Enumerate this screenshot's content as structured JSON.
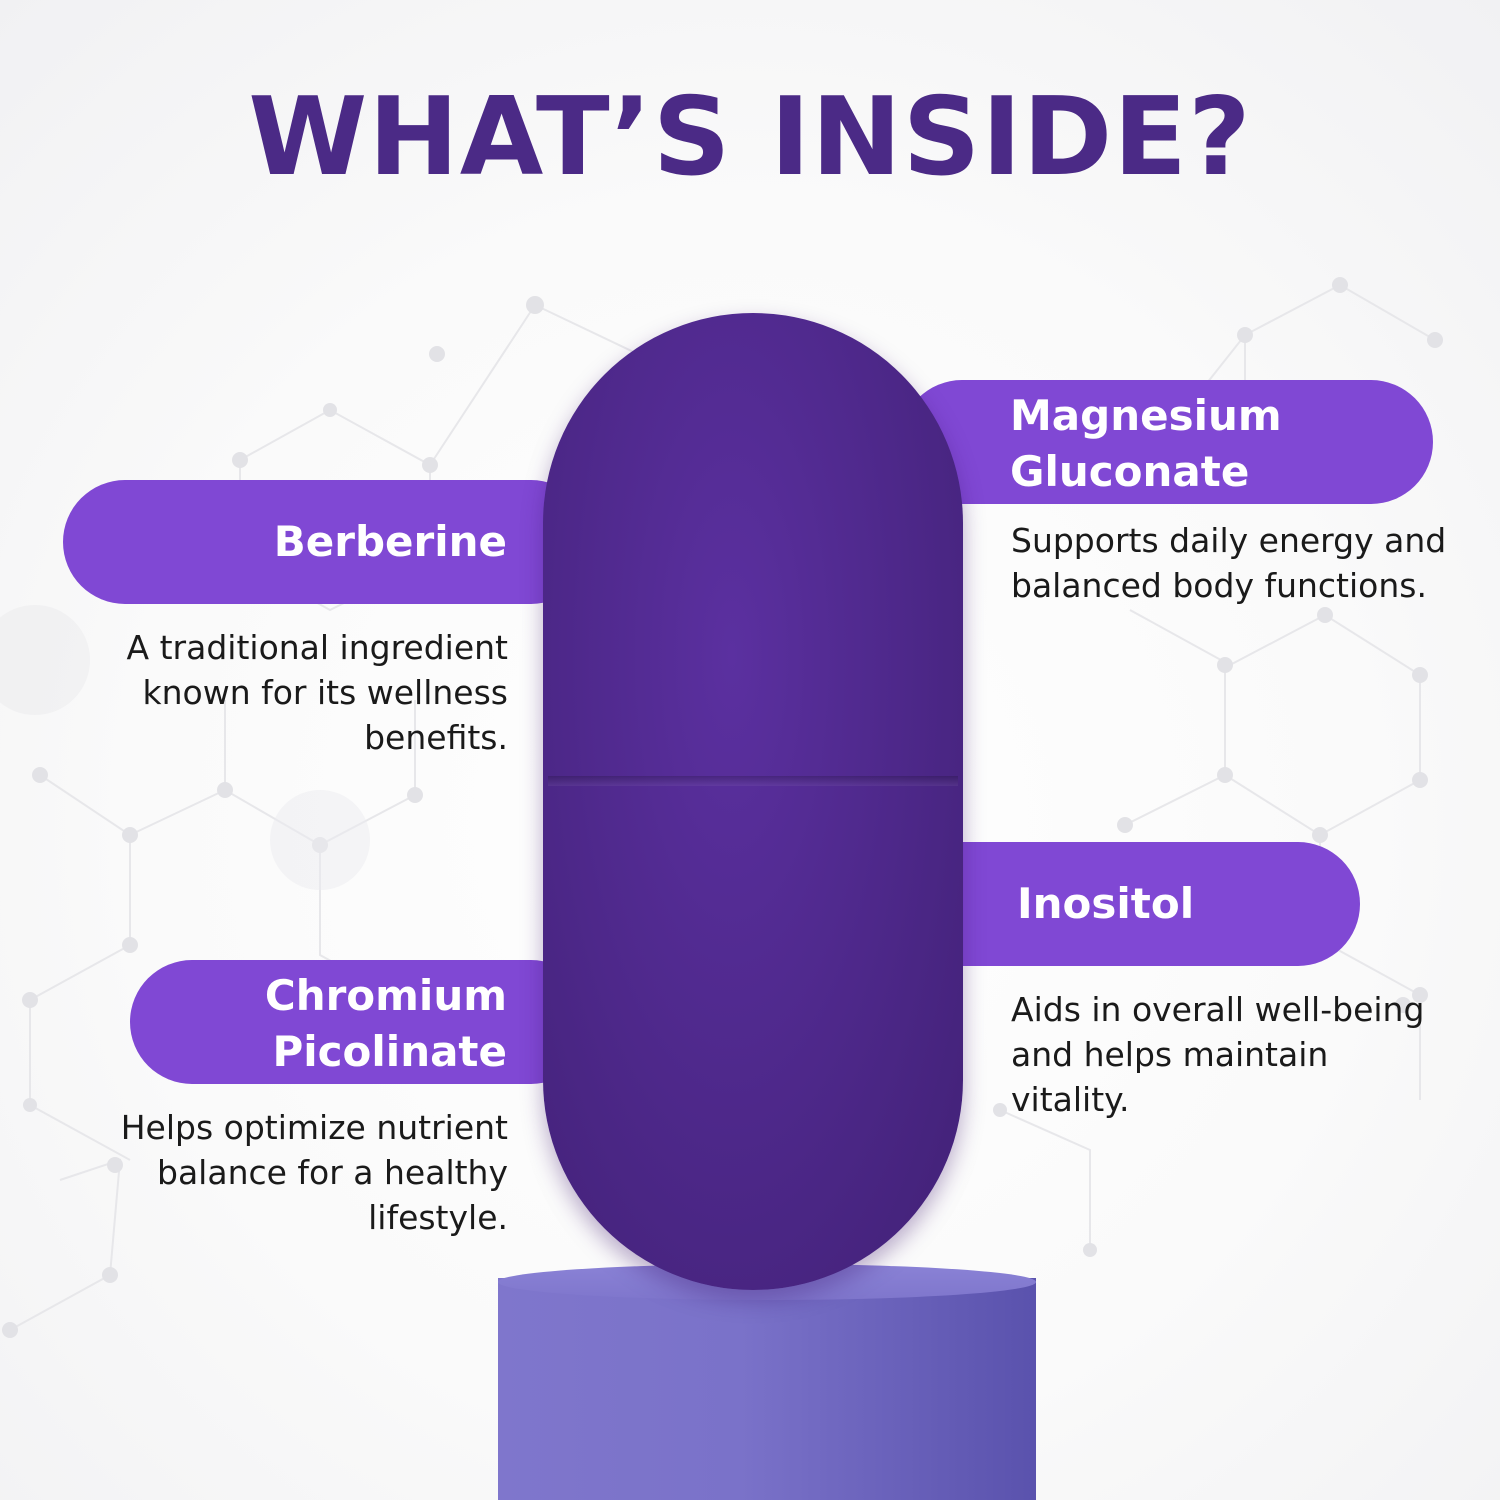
{
  "heading": {
    "title": "WHAT’S INSIDE?"
  },
  "ingredients": [
    {
      "name": "Berberine",
      "description": "A traditional ingredient known for its wellness benefits."
    },
    {
      "name": "Magnesium Gluconate",
      "description": "Supports daily energy and balanced body functions."
    },
    {
      "name": "Chromium Picolinate",
      "description": "Helps optimize nutrient balance for a healthy lifestyle."
    },
    {
      "name": "Inositol",
      "description": "Aids in overall well-being and helps maintain vitality."
    }
  ],
  "colors": {
    "title": "#4b2a86",
    "label_fill": "#8048d4",
    "tablet_light": "#5b30a0",
    "tablet_dark": "#45237c",
    "pedestal_light": "#7f76cc",
    "pedestal_dark": "#5a52ad",
    "text": "#1a1a1a"
  }
}
